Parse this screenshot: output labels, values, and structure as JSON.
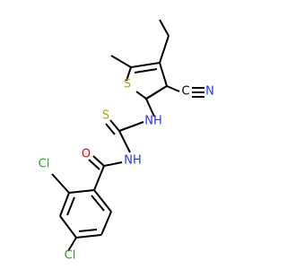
{
  "molecule": {
    "colors": {
      "bond": "#000000",
      "sulfur": "#b8a000",
      "nitrogen": "#2233ff",
      "oxygen": "#ee0000",
      "chlorine": "#1fa81f",
      "nitrile_carbon": "#000000"
    },
    "labels": {
      "thiophene_s": "S",
      "nitrile_c": "C",
      "nitrile_n": "N",
      "amine_nh": "NH",
      "thione_s": "S",
      "amide_nh": "NH",
      "carbonyl_o": "O",
      "cl_ortho": "Cl",
      "cl_para": "Cl"
    }
  }
}
